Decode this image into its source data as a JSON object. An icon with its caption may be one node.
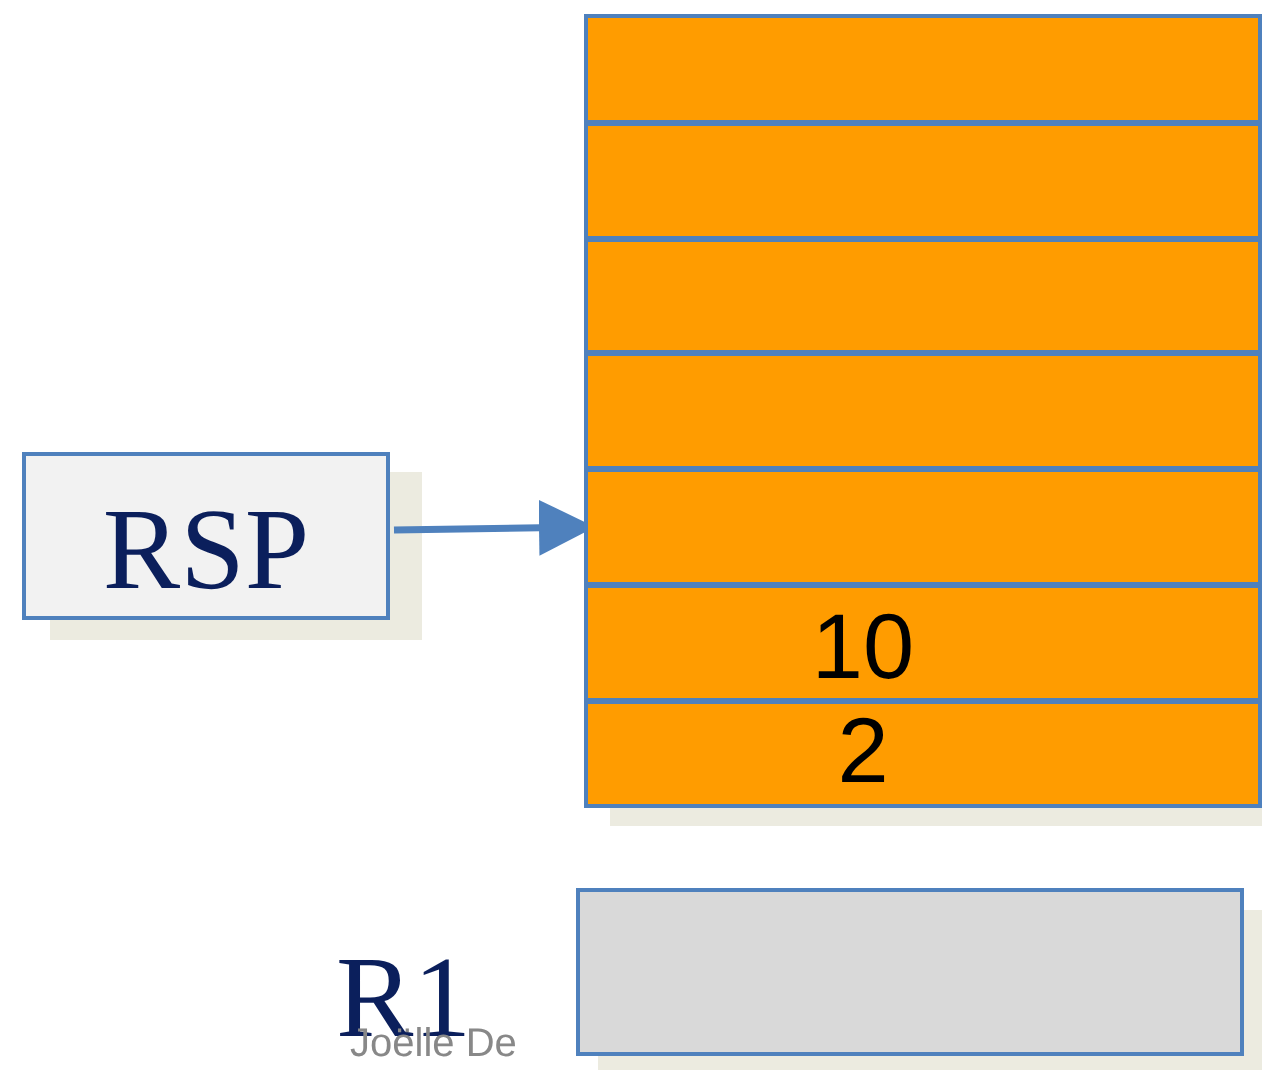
{
  "diagram": {
    "nodes": [
      {
        "text": [
          "RSP"
        ]
      },
      {
        "text": [],
        "shape": "box"
      },
      {
        "text": [],
        "shape": "box"
      },
      {
        "text": [],
        "shape": "box"
      },
      {
        "text": [],
        "shape": "box"
      },
      {
        "text": [],
        "shape": "box"
      },
      {
        "text": [
          "10"
        ]
      },
      {
        "text": [
          "2"
        ]
      },
      {
        "text": [],
        "shape": "box",
        "beside": [
          "R1"
        ]
      }
    ],
    "edges": [
      {
        "from": 0,
        "to": 5,
        "arrow": "to"
      }
    ],
    "labels": [
      "Joëlle De"
    ]
  }
}
